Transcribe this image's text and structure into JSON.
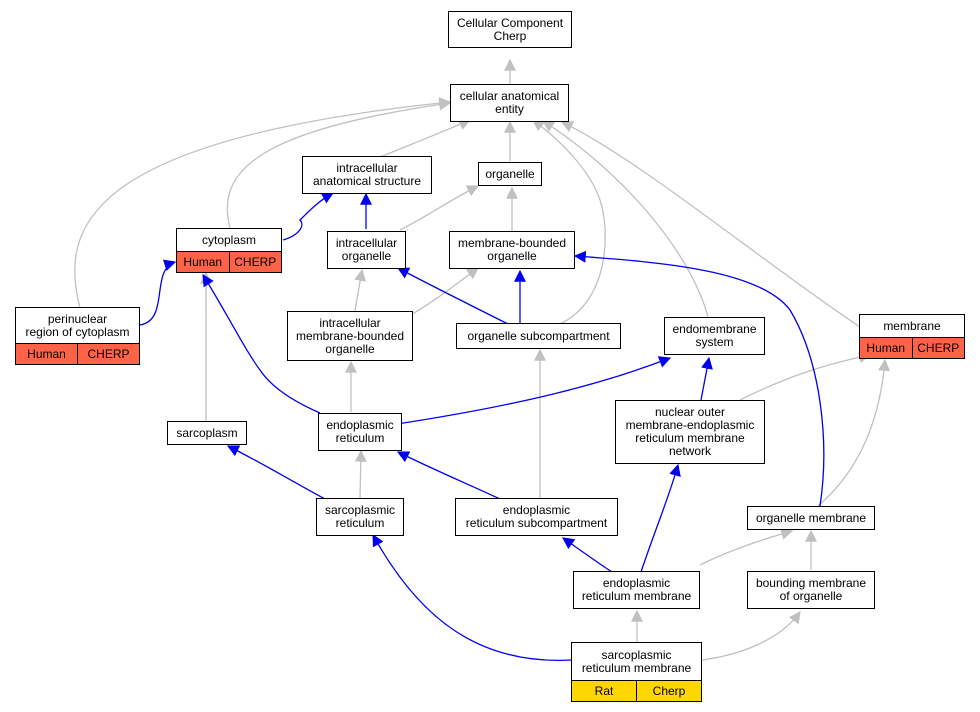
{
  "colors": {
    "gray_edge": "#c0c0c0",
    "blue_edge": "#0000ee",
    "human_cherp": "#ff6347",
    "rat_cherp": "#ffd700"
  },
  "nodes": {
    "root": "Cellular Component\nCherp",
    "cae": "cellular anatomical\nentity",
    "ias": "intracellular\nanatomical structure",
    "organelle": "organelle",
    "cytoplasm": "cytoplasm",
    "io": "intracellular\norganelle",
    "mbo": "membrane-bounded\norganelle",
    "perinuclear": "perinuclear\nregion of cytoplasm",
    "imbo": "intracellular\nmembrane-bounded\norganelle",
    "os": "organelle subcompartment",
    "es": "endomembrane\nsystem",
    "membrane": "membrane",
    "sarcoplasm": "sarcoplasm",
    "er": "endoplasmic\nreticulum",
    "noem": "nuclear outer\nmembrane-endoplasmic\nreticulum membrane\nnetwork",
    "sr": "sarcoplasmic\nreticulum",
    "ers": "endoplasmic\nreticulum subcompartment",
    "om": "organelle membrane",
    "erm": "endoplasmic\nreticulum membrane",
    "bmo": "bounding membrane\nof organelle",
    "srm": "sarcoplasmic\nreticulum membrane"
  },
  "annotations": {
    "cytoplasm": [
      "Human",
      "CHERP"
    ],
    "perinuclear": [
      "Human",
      "CHERP"
    ],
    "membrane": [
      "Human",
      "CHERP"
    ],
    "srm": [
      "Rat",
      "Cherp"
    ]
  }
}
